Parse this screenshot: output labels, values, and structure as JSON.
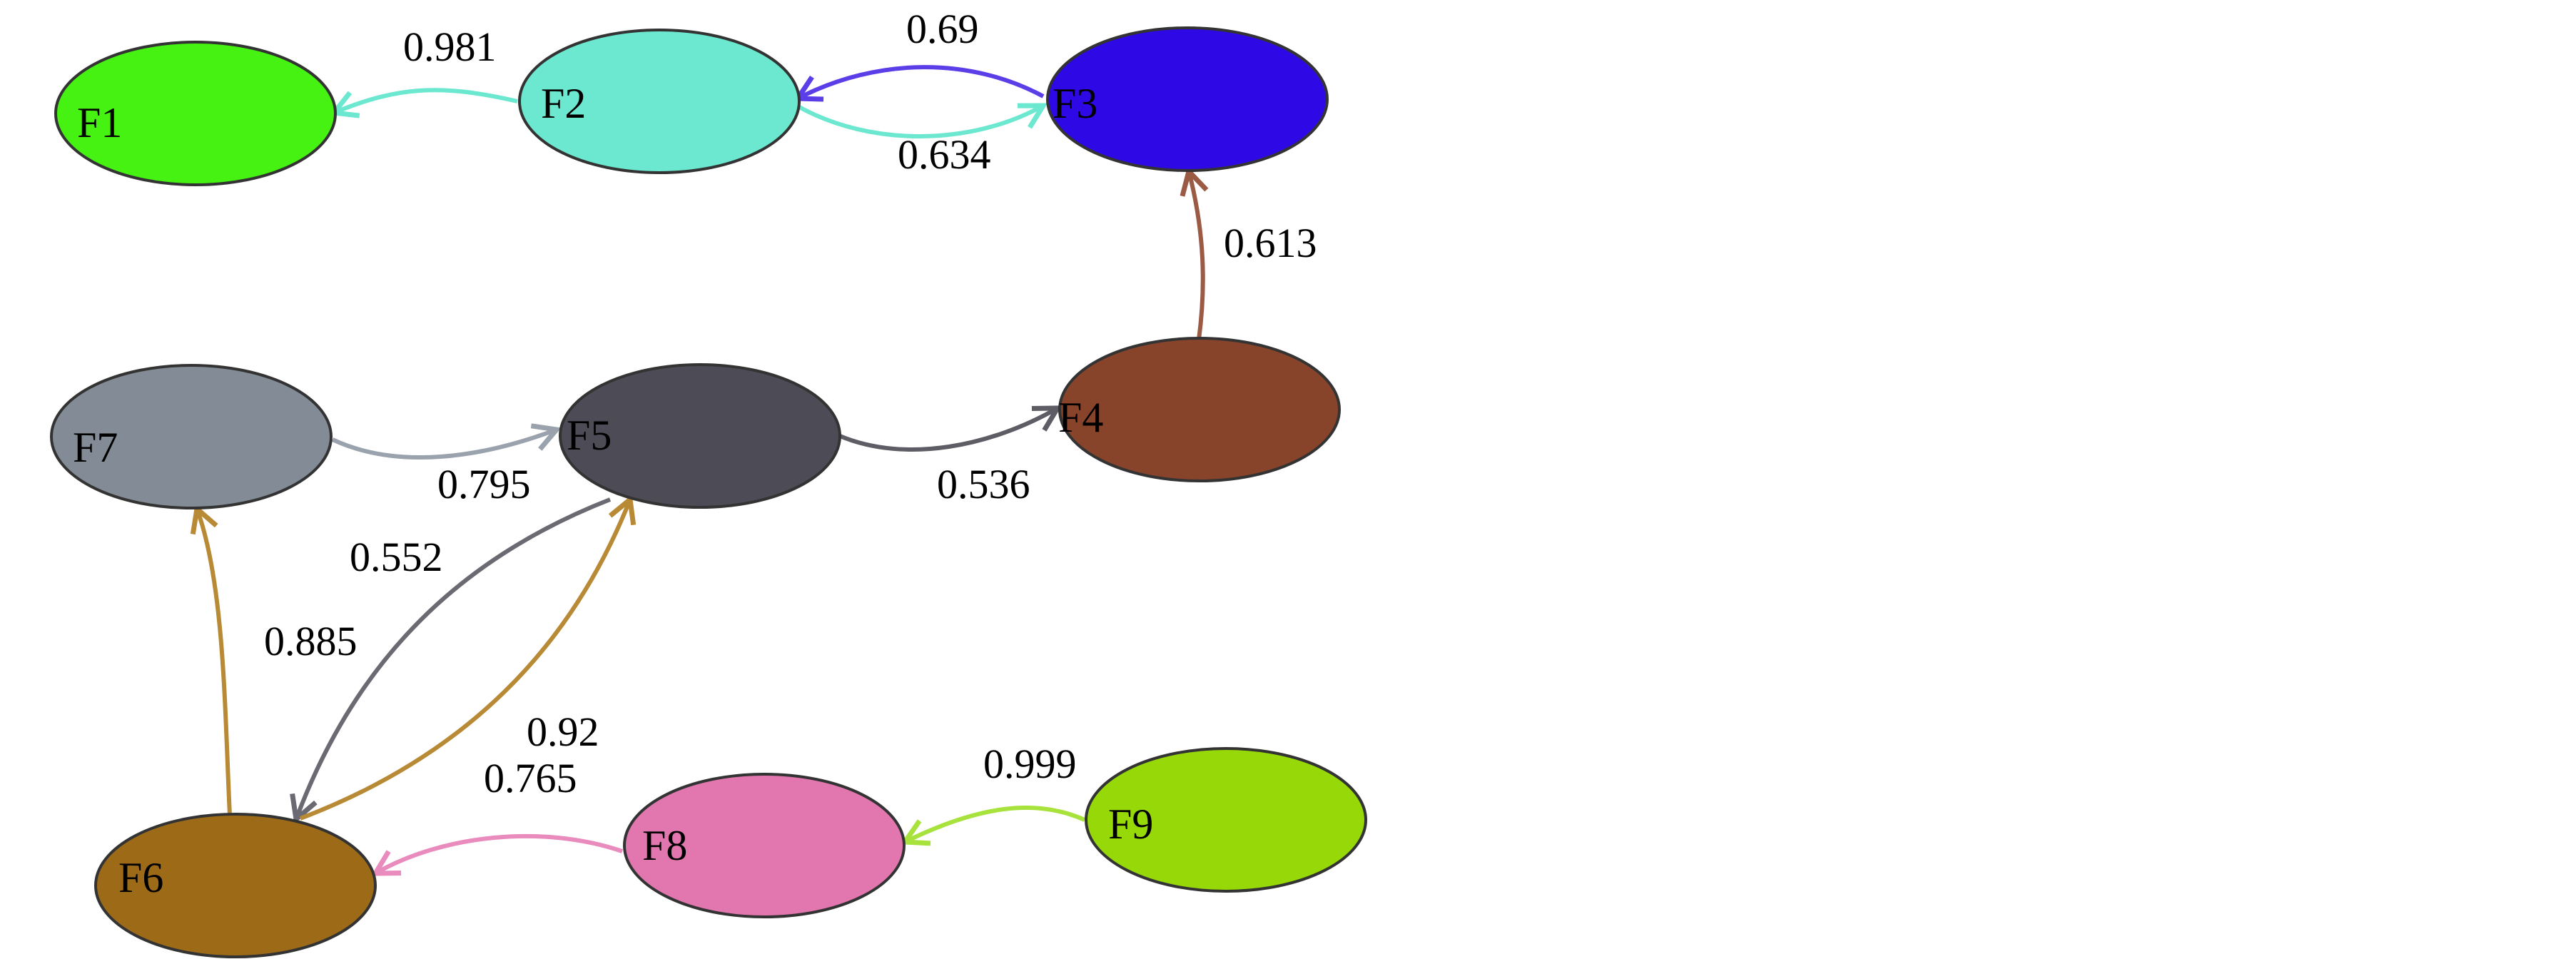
{
  "nodes": [
    {
      "id": "F1",
      "label": "F1",
      "color": "#46f212"
    },
    {
      "id": "F2",
      "label": "F2",
      "color": "#6ce8d0"
    },
    {
      "id": "F3",
      "label": "F3",
      "color": "#2f08e6"
    },
    {
      "id": "F4",
      "label": "F4",
      "color": "#88432b"
    },
    {
      "id": "F5",
      "label": "F5",
      "color": "#4d4b55"
    },
    {
      "id": "F6",
      "label": "F6",
      "color": "#9d6b18"
    },
    {
      "id": "F7",
      "label": "F7",
      "color": "#838c96"
    },
    {
      "id": "F8",
      "label": "F8",
      "color": "#e277b0"
    },
    {
      "id": "F9",
      "label": "F9",
      "color": "#96d808"
    }
  ],
  "edges": [
    {
      "id": "F2-F1",
      "from": "F2",
      "to": "F1",
      "weight": "0.981",
      "color": "#6ce8d0"
    },
    {
      "id": "F3-F2",
      "from": "F3",
      "to": "F2",
      "weight": "0.69",
      "color": "#5b3ee8"
    },
    {
      "id": "F2-F3",
      "from": "F2",
      "to": "F3",
      "weight": "0.634",
      "color": "#6ce8d0"
    },
    {
      "id": "F4-F3",
      "from": "F4",
      "to": "F3",
      "weight": "0.613",
      "color": "#9a5a44"
    },
    {
      "id": "F5-F4",
      "from": "F5",
      "to": "F4",
      "weight": "0.536",
      "color": "#5e5d65"
    },
    {
      "id": "F7-F5",
      "from": "F7",
      "to": "F5",
      "weight": "0.795",
      "color": "#9aa3ad"
    },
    {
      "id": "F5-F6",
      "from": "F5",
      "to": "F6",
      "weight": "0.552",
      "color": "#6b6a72"
    },
    {
      "id": "F6-F7",
      "from": "F6",
      "to": "F7",
      "weight": "0.885",
      "color": "#b88a35"
    },
    {
      "id": "F6-F5",
      "from": "F6",
      "to": "F5",
      "weight": "0.92",
      "color": "#b88a35"
    },
    {
      "id": "F8-F6",
      "from": "F8",
      "to": "F6",
      "weight": "0.765",
      "color": "#e98bbd"
    },
    {
      "id": "F9-F8",
      "from": "F9",
      "to": "F8",
      "weight": "0.999",
      "color": "#a8e23c"
    }
  ]
}
